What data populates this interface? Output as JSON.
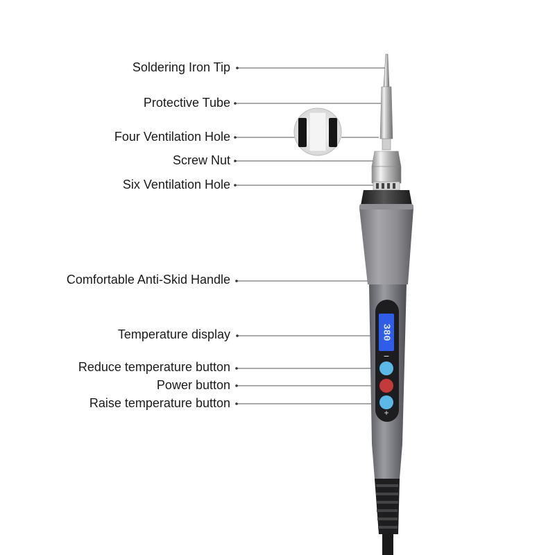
{
  "labels": {
    "tip": "Soldering Iron Tip",
    "tube": "Protective Tube",
    "vent4": "Four Ventilation Hole",
    "nut": "Screw Nut",
    "vent6": "Six Ventilation Hole",
    "handle": "Comfortable Anti-Skid Handle",
    "display": "Temperature display",
    "reduce": "Reduce temperature button",
    "power": "Power button",
    "raise": "Raise temperature button"
  },
  "display_reading": "380",
  "button_symbols": {
    "minus": "−",
    "plus": "+"
  },
  "colors": {
    "lcd": "#2f5de8",
    "button_blue": "#5cb8e6",
    "button_red": "#c23a3a",
    "handle_gray": "#8a8a8f",
    "body_dark": "#4a4b50"
  }
}
